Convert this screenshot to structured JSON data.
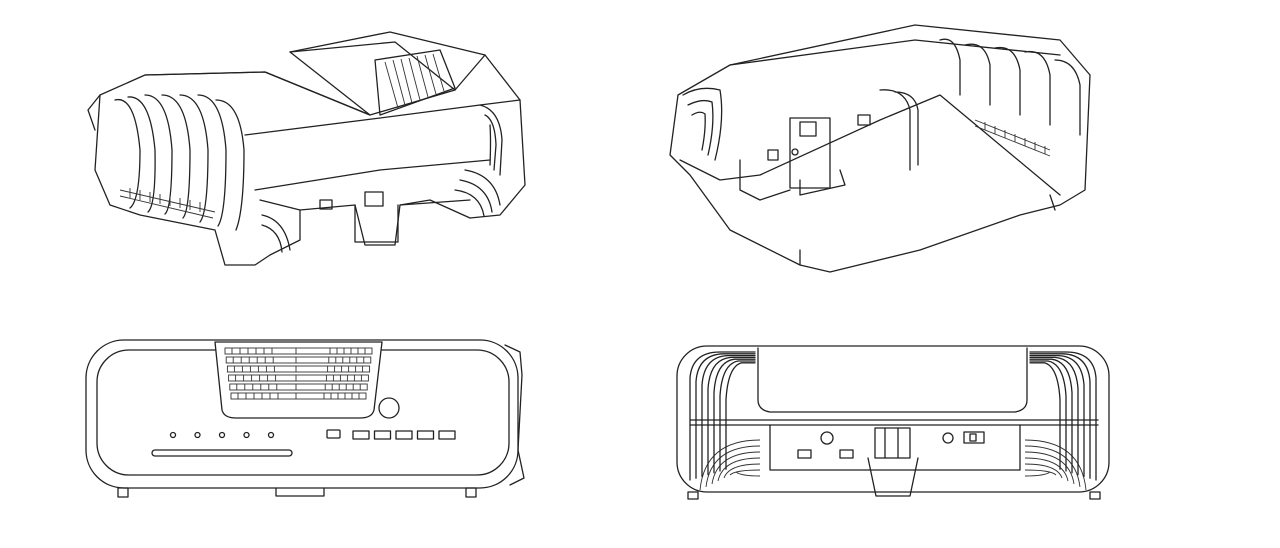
{
  "colors": {
    "background": "#ffffff",
    "line": "#222222"
  },
  "front_view": {
    "indicator_lights": 5,
    "front_ports": 5,
    "grille_rows": 6
  },
  "back_view": {
    "fin_count": 7
  }
}
